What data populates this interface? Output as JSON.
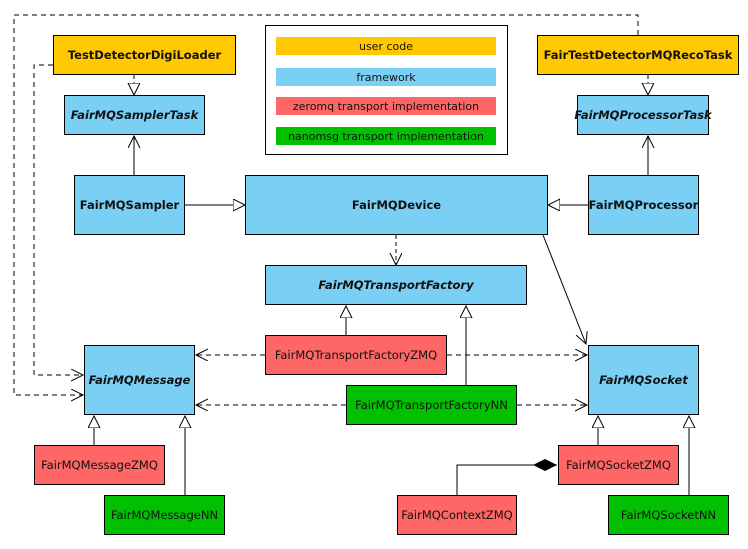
{
  "colors": {
    "user_code": "#ffc800",
    "framework": "#7acff5",
    "zeromq": "#ff6666",
    "nanomsg": "#00c000"
  },
  "legend": {
    "items": [
      {
        "label": "user code",
        "category": "user_code"
      },
      {
        "label": "framework",
        "category": "framework"
      },
      {
        "label": "zeromq transport implementation",
        "category": "zeromq"
      },
      {
        "label": "nanomsg transport implementation",
        "category": "nanomsg"
      }
    ]
  },
  "classes": {
    "digiloader": {
      "label": "TestDetectorDigiLoader",
      "category": "user_code"
    },
    "recotask": {
      "label": "FairTestDetectorMQRecoTask",
      "category": "user_code"
    },
    "samplertask": {
      "label": "FairMQSamplerTask",
      "category": "framework",
      "abstract": true
    },
    "processortask": {
      "label": "FairMQProcessorTask",
      "category": "framework",
      "abstract": true
    },
    "sampler": {
      "label": "FairMQSampler",
      "category": "framework"
    },
    "device": {
      "label": "FairMQDevice",
      "category": "framework"
    },
    "processor": {
      "label": "FairMQProcessor",
      "category": "framework"
    },
    "transportfactory": {
      "label": "FairMQTransportFactory",
      "category": "framework",
      "abstract": true
    },
    "message": {
      "label": "FairMQMessage",
      "category": "framework",
      "abstract": true
    },
    "socket": {
      "label": "FairMQSocket",
      "category": "framework",
      "abstract": true
    },
    "tfzmq": {
      "label": "FairMQTransportFactoryZMQ",
      "category": "zeromq"
    },
    "tfnn": {
      "label": "FairMQTransportFactoryNN",
      "category": "nanomsg"
    },
    "messagezmq": {
      "label": "FairMQMessageZMQ",
      "category": "zeromq"
    },
    "messagenn": {
      "label": "FairMQMessageNN",
      "category": "nanomsg"
    },
    "socketzmq": {
      "label": "FairMQSocketZMQ",
      "category": "zeromq"
    },
    "contextzmq": {
      "label": "FairMQContextZMQ",
      "category": "zeromq"
    },
    "socketnn": {
      "label": "FairMQSocketNN",
      "category": "nanomsg"
    }
  },
  "relations": [
    {
      "from": "digiloader",
      "to": "samplertask",
      "type": "realization"
    },
    {
      "from": "recotask",
      "to": "processortask",
      "type": "realization"
    },
    {
      "from": "sampler",
      "to": "samplertask",
      "type": "association"
    },
    {
      "from": "processor",
      "to": "processortask",
      "type": "association"
    },
    {
      "from": "sampler",
      "to": "device",
      "type": "generalization"
    },
    {
      "from": "processor",
      "to": "device",
      "type": "generalization"
    },
    {
      "from": "device",
      "to": "transportfactory",
      "type": "dependency"
    },
    {
      "from": "device",
      "to": "socket",
      "type": "association"
    },
    {
      "from": "tfzmq",
      "to": "transportfactory",
      "type": "generalization"
    },
    {
      "from": "tfnn",
      "to": "transportfactory",
      "type": "generalization"
    },
    {
      "from": "tfzmq",
      "to": "message",
      "type": "dependency"
    },
    {
      "from": "tfzmq",
      "to": "socket",
      "type": "dependency"
    },
    {
      "from": "tfnn",
      "to": "message",
      "type": "dependency"
    },
    {
      "from": "tfnn",
      "to": "socket",
      "type": "dependency"
    },
    {
      "from": "messagezmq",
      "to": "message",
      "type": "generalization"
    },
    {
      "from": "messagenn",
      "to": "message",
      "type": "generalization"
    },
    {
      "from": "socketzmq",
      "to": "socket",
      "type": "generalization"
    },
    {
      "from": "socketnn",
      "to": "socket",
      "type": "generalization"
    },
    {
      "from": "contextzmq",
      "to": "socketzmq",
      "type": "composition"
    },
    {
      "from": "digiloader",
      "to": "message",
      "type": "dependency"
    },
    {
      "from": "recotask",
      "to": "message",
      "type": "dependency"
    }
  ]
}
